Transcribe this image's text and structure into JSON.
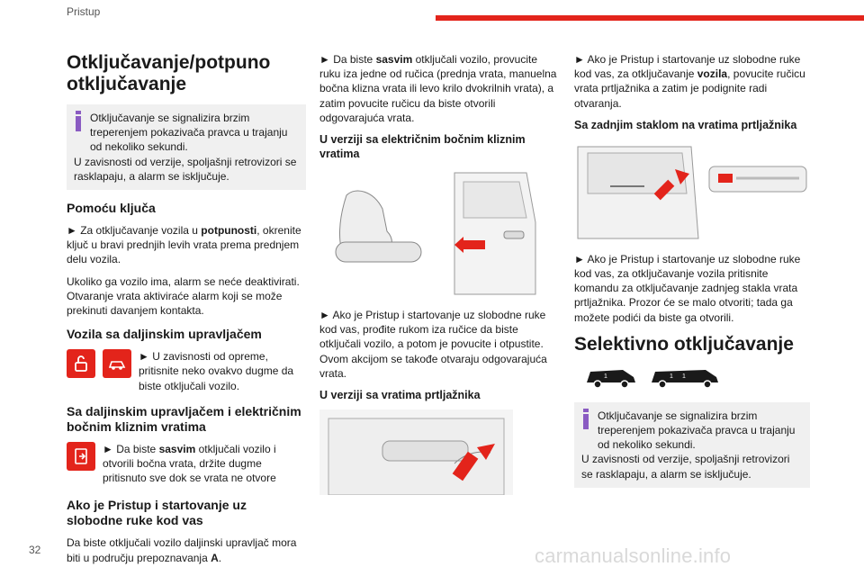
{
  "header": {
    "section": "Pristup"
  },
  "footer": {
    "page_number": "32",
    "watermark": "carmanualsonline.info"
  },
  "colors": {
    "accent": "#e3241b",
    "info_icon": "#8a5bc2",
    "info_bg": "#f0f0f0"
  },
  "col1": {
    "title": "Otključavanje/potpuno otključavanje",
    "info_first": "Otključavanje se signalizira brzim treperenjem pokazivača pravca u trajanju od nekoliko sekundi.",
    "info_second": "U zavisnosti od verzije, spoljašnji retrovizori se rasklapaju, a alarm se isključuje.",
    "key_heading": "Pomoću ključa",
    "key_p1_a": "► Za otključavanje vozila u ",
    "key_p1_b": "potpunosti",
    "key_p1_c": ", okrenite ključ u bravi prednjih levih vrata prema prednjem delu vozila.",
    "key_p2": "Ukoliko ga vozilo ima, alarm se neće deaktivirati.",
    "key_p3": "Otvaranje vrata aktiviraće alarm koji se može prekinuti davanjem kontakta.",
    "remote_heading": "Vozila sa daljinskim upravljačem",
    "remote_text": "► U zavisnosti od opreme, pritisnite neko ovakvo dugme da biste otključali vozilo.",
    "sliding_heading": "Sa daljinskim upravljačem i električnim bočnim kliznim vratima",
    "sliding_a": "► Da biste ",
    "sliding_b": "sasvim",
    "sliding_c": " otključali vozilo i otvorili bočna vrata, držite dugme pritisnuto sve dok se vrata ne otvore",
    "handsfree_heading": "Ako je Pristup i startovanje uz slobodne ruke kod vas",
    "handsfree_a": "Da biste otključali vozilo daljinski upravljač mora biti u području prepoznavanja ",
    "handsfree_b": "A",
    "handsfree_c": "."
  },
  "col2": {
    "p1_a": "► Da biste ",
    "p1_b": "sasvim",
    "p1_c": " otključali vozilo, provucite ruku iza jedne od ručica (prednja vrata, manuelna bočna klizna vrata ili levo krilo dvokrilnih vrata), a zatim povucite ručicu da biste otvorili odgovarajuća vrata.",
    "electric_heading": "U verziji sa električnim bočnim kliznim vratima",
    "p2": "► Ako je Pristup i startovanje uz slobodne ruke kod vas, prođite rukom iza ručice da biste otključali vozilo, a potom je povucite i otpustite. Ovom akcijom se takođe otvaraju odgovarajuća vrata.",
    "tailgate_heading": "U verziji sa vratima prtljažnika"
  },
  "col3": {
    "p1_a": "► Ako je Pristup i startovanje uz slobodne ruke kod vas, za otključavanje ",
    "p1_b": "vozila",
    "p1_c": ", povucite ručicu vrata prtljažnika a zatim je podignite radi otvaranja.",
    "rear_glass_heading": "Sa zadnjim staklom na vratima prtljažnika",
    "p2": "► Ako je Pristup i startovanje uz slobodne ruke kod vas, za otključavanje vozila pritisnite komandu za otključavanje zadnjeg stakla vrata prtljažnika. Prozor će se malo otvoriti; tada ga možete podići da biste ga otvorili.",
    "selective_heading": "Selektivno otključavanje",
    "info_first": "Otključavanje se signalizira brzim treperenjem pokazivača pravca u trajanju od nekoliko sekundi.",
    "info_second": "U zavisnosti od verzije, spoljašnji retrovizori se rasklapaju, a alarm se isključuje."
  }
}
